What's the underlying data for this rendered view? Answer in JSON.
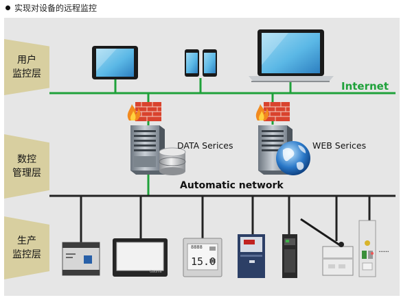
{
  "heading": "实现对设备的远程监控",
  "layers": {
    "user": [
      "用户",
      "监控层"
    ],
    "control": [
      "数控",
      "管理层"
    ],
    "production": [
      "生产",
      "监控层"
    ]
  },
  "networks": {
    "internet": "Internet",
    "automatic": "Automatic network"
  },
  "services": {
    "data": "DATA Serices",
    "web": "WEB Serices"
  },
  "devices": {
    "thermostat_display": "15.0",
    "thermostat_top": "8888",
    "hmi_brand": "Gaunle",
    "more": "......"
  },
  "colors": {
    "internet_line": "#1fa13a",
    "internet_text": "#1fa13a",
    "bus_line": "#222222",
    "layer_tag": "#d8cfa0",
    "panel": "#e6e6e6"
  }
}
